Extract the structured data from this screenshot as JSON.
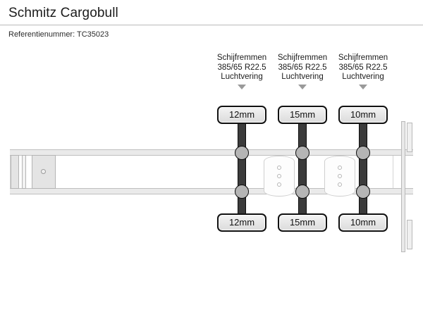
{
  "header": {
    "title": "Schmitz Cargobull",
    "reference_label": "Referentienummer:",
    "reference_value": "TC35023",
    "reference_line": "Referentienummer: TC35023"
  },
  "diagram": {
    "name": "semi-trailer-side-view",
    "axle_count": 3,
    "axles": [
      {
        "index": 1,
        "brakes": "Schijfremmen",
        "tyre_size": "385/65 R22.5",
        "suspension": "Luchtvering",
        "pointer_icon": "triangle-down-icon",
        "tread_top": "12mm",
        "tread_bottom": "12mm"
      },
      {
        "index": 2,
        "brakes": "Schijfremmen",
        "tyre_size": "385/65 R22.5",
        "suspension": "Luchtvering",
        "pointer_icon": "triangle-down-icon",
        "tread_top": "15mm",
        "tread_bottom": "15mm"
      },
      {
        "index": 3,
        "brakes": "Schijfremmen",
        "tyre_size": "385/65 R22.5",
        "suspension": "Luchtvering",
        "pointer_icon": "triangle-down-icon",
        "tread_top": "10mm",
        "tread_bottom": "10mm"
      }
    ],
    "cross_member_holes": 3
  },
  "colors": {
    "background": "#ffffff",
    "text": "#1b1b1b",
    "divider": "#b9b9b9",
    "axle_bar": "#3b3b3b",
    "wheel_hub": "#b5b5b5",
    "chassis_rail": "#eaeaea",
    "badge_fill": "#e9e9e9",
    "badge_border": "#111111",
    "pointer": "#9a9a9a"
  }
}
